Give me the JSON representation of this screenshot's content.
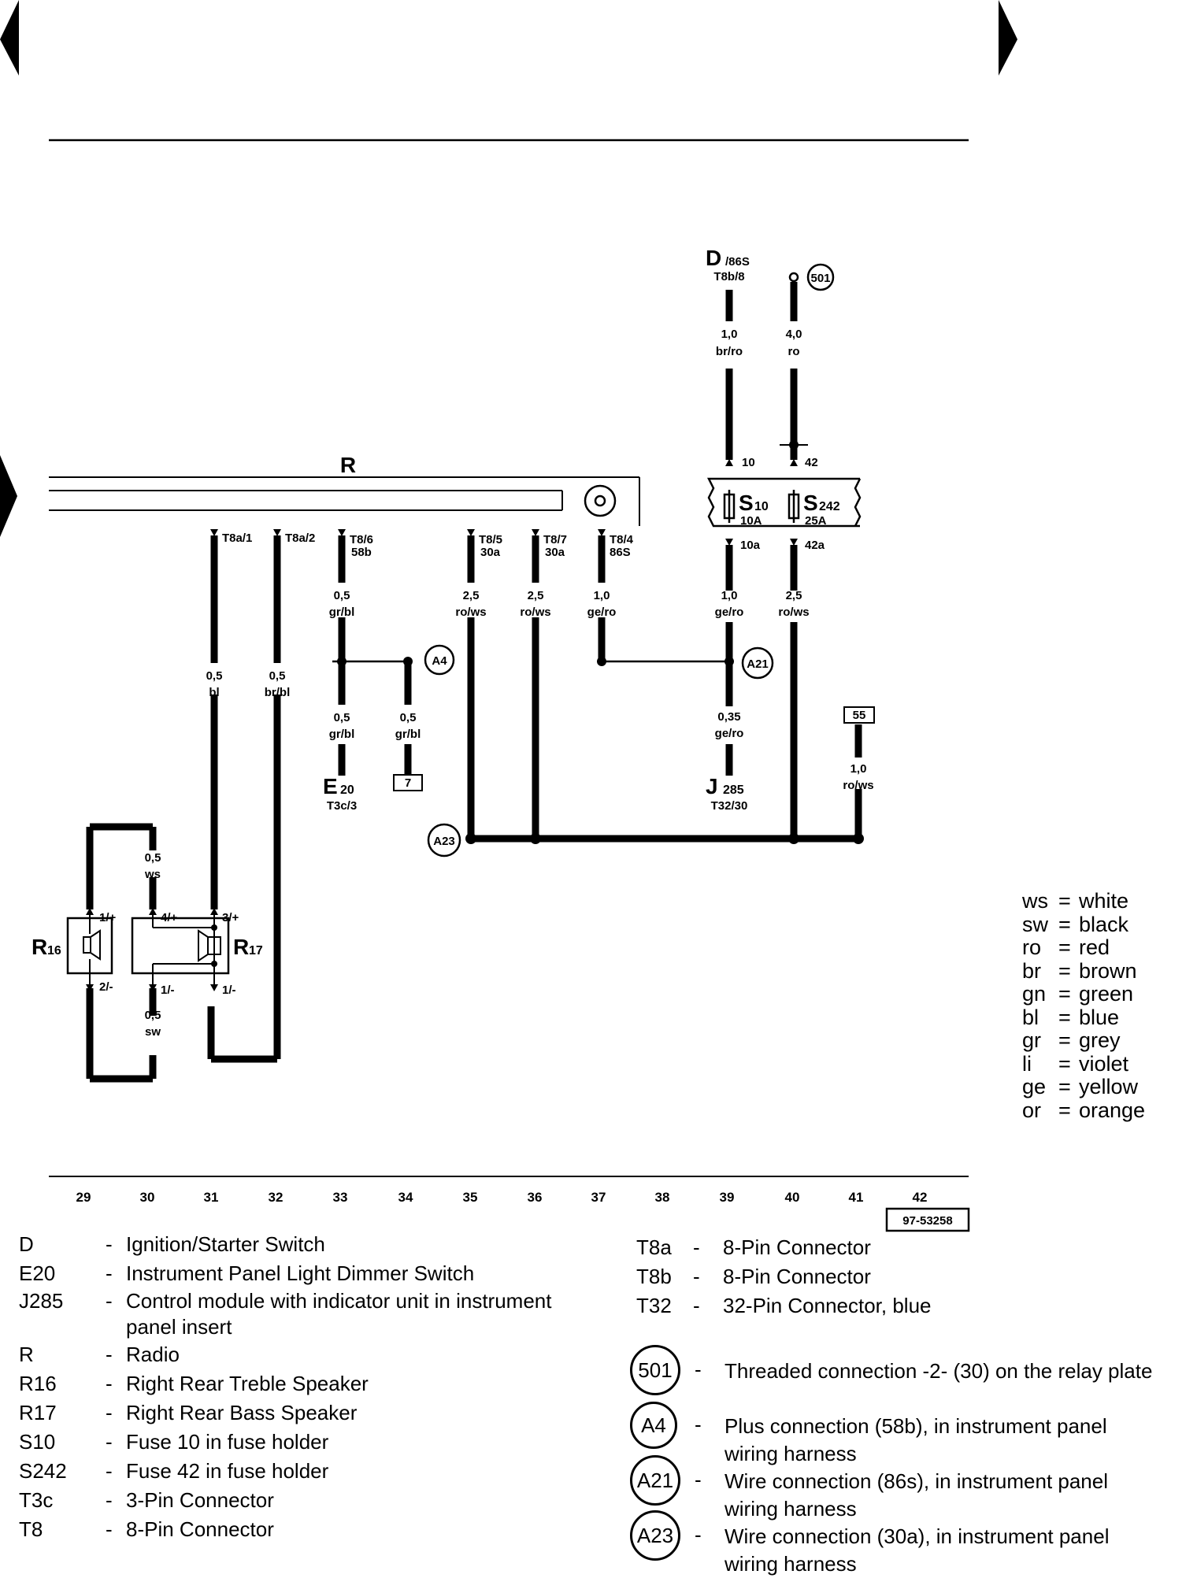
{
  "figure_code": "97-53258",
  "component_labels": {
    "radio": "R",
    "ignition": {
      "main": "D",
      "suffix": "/86S",
      "pin": "T8b/8"
    },
    "conn_501": "501",
    "s10": {
      "main": "S",
      "sub": "10",
      "rating": "10A"
    },
    "s242": {
      "main": "S",
      "sub": "242",
      "rating": "25A"
    },
    "e20": {
      "main": "E",
      "sub": "20",
      "pin": "T3c/3"
    },
    "j285": {
      "main": "J",
      "sub": "285",
      "pin": "T32/30"
    },
    "r16": {
      "main": "R",
      "sub": "16"
    },
    "r17": {
      "main": "R",
      "sub": "17"
    },
    "a4": "A4",
    "a21": "A21",
    "a23": "A23",
    "ground_7": "7",
    "box_55": "55"
  },
  "pins": {
    "t8a1": "T8a/1",
    "t8a2": "T8a/2",
    "t86": {
      "pin": "T8/6",
      "term": "58b"
    },
    "t85": {
      "pin": "T8/5",
      "term": "30a"
    },
    "t87": {
      "pin": "T8/7",
      "term": "30a"
    },
    "t84": {
      "pin": "T8/4",
      "term": "86S"
    },
    "p10": "10",
    "p42": "42",
    "p10a": "10a",
    "p42a": "42a",
    "r16_top": "1/+",
    "r16_bot": "2/-",
    "r17_a": "4/+",
    "r17_b": "3/+",
    "r17_c": "1/-",
    "r17_d": "1/-"
  },
  "wires": {
    "w_d": {
      "size": "1,0",
      "color": "br/ro"
    },
    "w_501": {
      "size": "4,0",
      "color": "ro"
    },
    "w_t8a1": {
      "size": "0,5",
      "color": "bl"
    },
    "w_t8a2": {
      "size": "0,5",
      "color": "br/bl"
    },
    "w_t86": {
      "size": "0,5",
      "color": "gr/bl"
    },
    "w_e20": {
      "size": "0,5",
      "color": "gr/bl"
    },
    "w_a4": {
      "size": "0,5",
      "color": "gr/bl"
    },
    "w_t85": {
      "size": "2,5",
      "color": "ro/ws"
    },
    "w_t87": {
      "size": "2,5",
      "color": "ro/ws"
    },
    "w_t84": {
      "size": "1,0",
      "color": "ge/ro"
    },
    "w_10a": {
      "size": "1,0",
      "color": "ge/ro"
    },
    "w_42a": {
      "size": "2,5",
      "color": "ro/ws"
    },
    "w_j285": {
      "size": "0,35",
      "color": "ge/ro"
    },
    "w_55": {
      "size": "1,0",
      "color": "ro/ws"
    },
    "w_ws": {
      "size": "0,5",
      "color": "ws"
    },
    "w_sw": {
      "size": "0,5",
      "color": "sw"
    }
  },
  "track_numbers": [
    "29",
    "30",
    "31",
    "32",
    "33",
    "34",
    "35",
    "36",
    "37",
    "38",
    "39",
    "40",
    "41",
    "42"
  ],
  "color_key": [
    {
      "code": "ws",
      "name": "white"
    },
    {
      "code": "sw",
      "name": "black"
    },
    {
      "code": "ro",
      "name": "red"
    },
    {
      "code": "br",
      "name": "brown"
    },
    {
      "code": "gn",
      "name": "green"
    },
    {
      "code": "bl",
      "name": "blue"
    },
    {
      "code": "gr",
      "name": "grey"
    },
    {
      "code": "li",
      "name": "violet"
    },
    {
      "code": "ge",
      "name": "yellow"
    },
    {
      "code": "or",
      "name": "orange"
    }
  ],
  "legend_left": [
    {
      "code": "D",
      "desc": "Ignition/Starter Switch"
    },
    {
      "code": "E20",
      "desc": "Instrument Panel Light Dimmer Switch"
    },
    {
      "code": "J285",
      "desc": "Control module with indicator unit in instrument",
      "desc2": "panel insert"
    },
    {
      "code": "R",
      "desc": "Radio"
    },
    {
      "code": "R16",
      "desc": "Right Rear Treble Speaker"
    },
    {
      "code": "R17",
      "desc": "Right Rear Bass Speaker"
    },
    {
      "code": "S10",
      "desc": "Fuse 10 in fuse holder"
    },
    {
      "code": "S242",
      "desc": "Fuse 42 in fuse holder"
    },
    {
      "code": "T3c",
      "desc": "3-Pin Connector"
    },
    {
      "code": "T8",
      "desc": "8-Pin Connector"
    }
  ],
  "legend_right": [
    {
      "code": "T8a",
      "desc": "8-Pin Connector"
    },
    {
      "code": "T8b",
      "desc": "8-Pin Connector"
    },
    {
      "code": "T32",
      "desc": "32-Pin Connector, blue"
    }
  ],
  "legend_connections": [
    {
      "code": "501",
      "desc": "Threaded connection -2- (30) on the relay plate"
    },
    {
      "code": "A4",
      "desc": "Plus connection (58b), in instrument panel",
      "desc2": "wiring harness"
    },
    {
      "code": "A21",
      "desc": "Wire connection (86s), in instrument panel",
      "desc2": "wiring harness"
    },
    {
      "code": "A23",
      "desc": "Wire connection (30a), in instrument panel",
      "desc2": "wiring harness"
    }
  ]
}
